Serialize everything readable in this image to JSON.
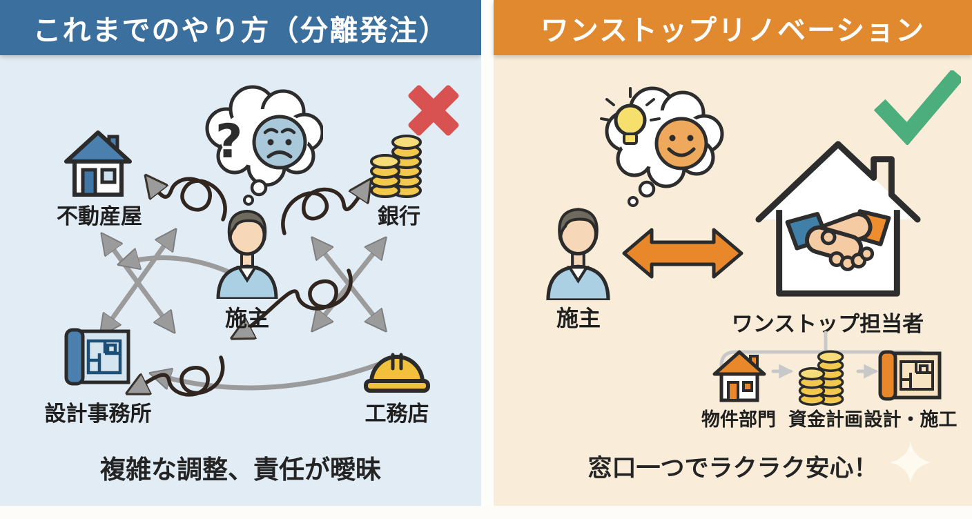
{
  "left": {
    "title": "これまでのやり方（分離発注）",
    "status": "cross",
    "thought_symbol": "?",
    "person_label": "施主",
    "nodes": [
      {
        "id": "realtor",
        "label": "不動産屋",
        "icon": "house-icon"
      },
      {
        "id": "bank",
        "label": "銀行",
        "icon": "coins-icon"
      },
      {
        "id": "design-office",
        "label": "設計事務所",
        "icon": "blueprint-icon"
      },
      {
        "id": "builder",
        "label": "工務店",
        "icon": "helmet-icon"
      }
    ],
    "caption": "複雑な調整、責任が曖昧"
  },
  "right": {
    "title": "ワンストップリノベーション",
    "status": "check",
    "person_label": "施主",
    "hub_label": "ワンストップ担当者",
    "sub_items": [
      {
        "id": "property",
        "label": "物件部門",
        "icon": "house-icon"
      },
      {
        "id": "finance",
        "label": "資金計画",
        "icon": "coins-icon"
      },
      {
        "id": "design-build",
        "label": "設計・施工",
        "icon": "blueprint-icon"
      }
    ],
    "caption": "窓口一つでラクラク安心！"
  },
  "colors": {
    "left_header": "#3b6f9e",
    "right_header": "#e0892e",
    "left_bg": "#e2ecf4",
    "right_bg": "#f9edda",
    "cross_red": "#d85252",
    "check_green": "#4cae7d",
    "arrow_gray": "#9b9b9b",
    "tangle_dark": "#30261f",
    "accent_blue": "#4a7fae",
    "accent_orange": "#e8882a",
    "coin_gold": "#f2c94c",
    "helmet_yellow": "#f1c13c"
  }
}
